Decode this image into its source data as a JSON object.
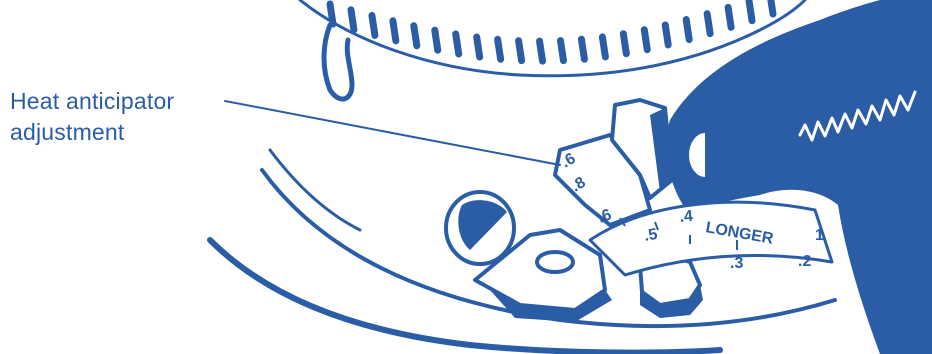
{
  "colors": {
    "ink": "#2a5da6",
    "background": "#ffffff"
  },
  "callout": {
    "line1": "Heat anticipator",
    "line2": "adjustment"
  },
  "scale": {
    "word": "LONGER",
    "labels": [
      ".6",
      ".8",
      ".6",
      ".5",
      ".4",
      ".3",
      ".2",
      "1"
    ]
  }
}
